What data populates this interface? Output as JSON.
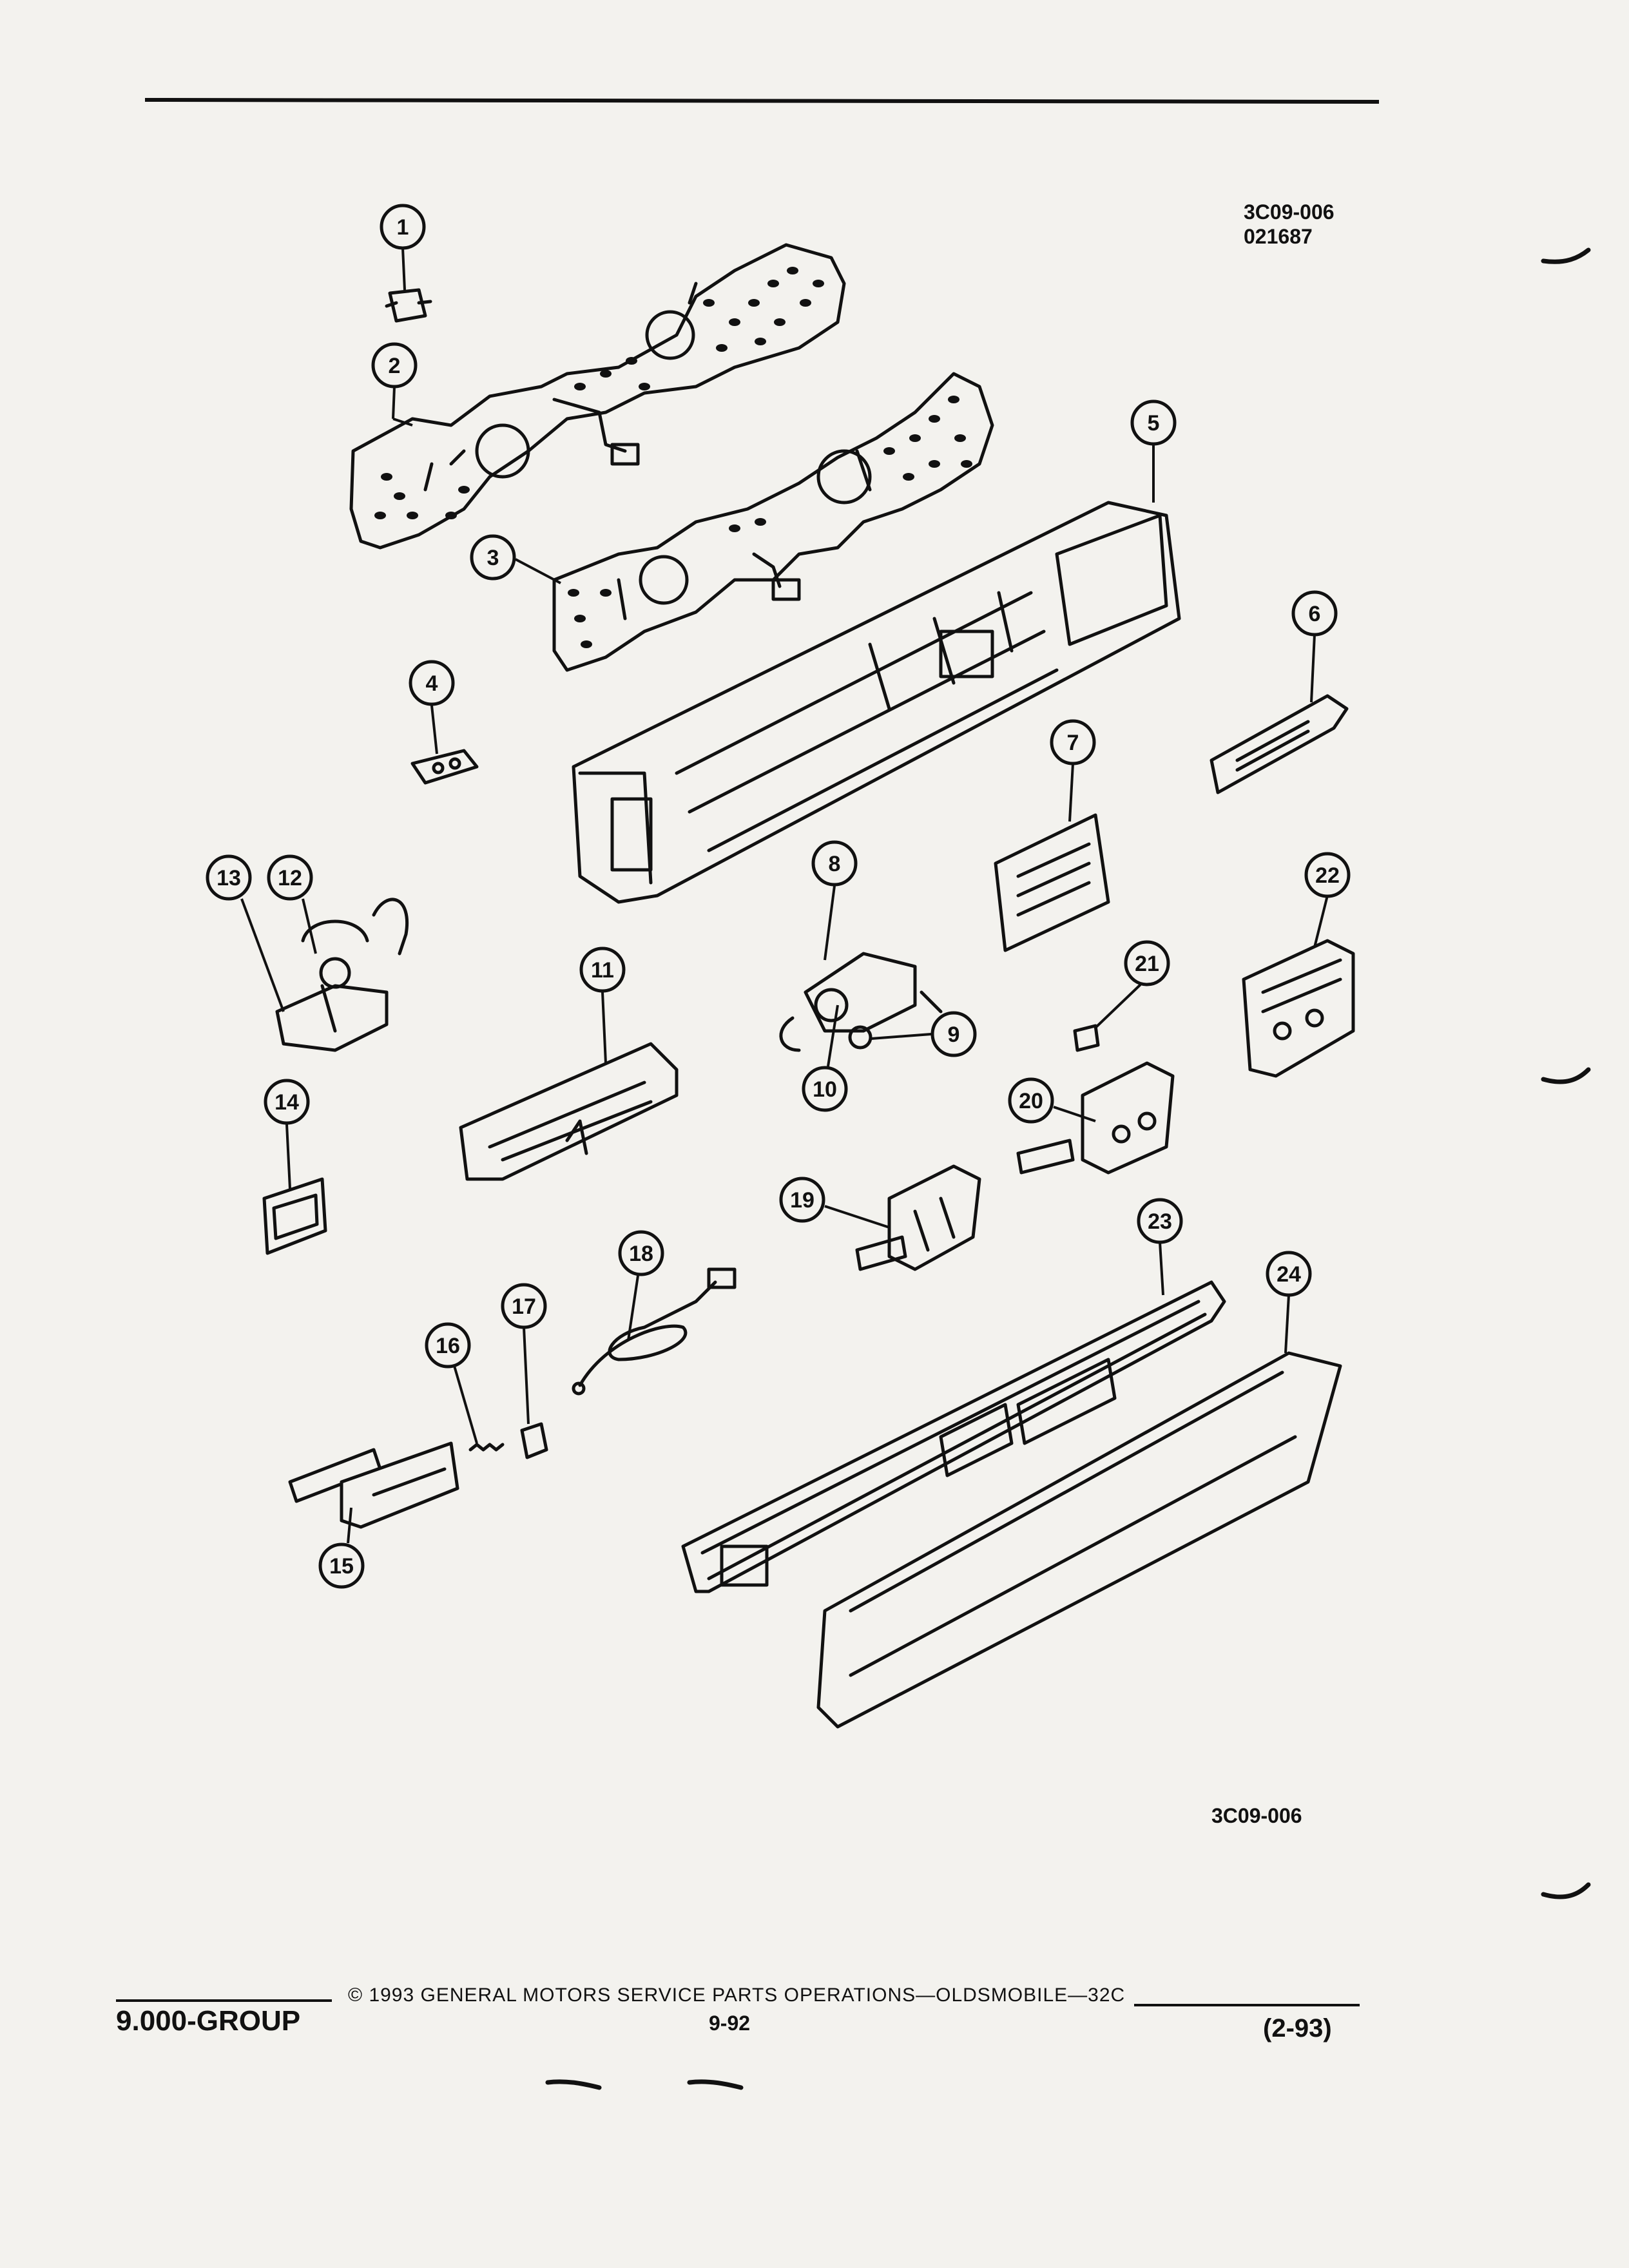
{
  "header": {
    "ref_code": "3C09-006",
    "ref_date": "021687"
  },
  "bottom_ref": "3C09-006",
  "footer": {
    "group": "9.000-GROUP",
    "copyright": "© 1993 GENERAL MOTORS SERVICE PARTS OPERATIONS—OLDSMOBILE—32C",
    "page": "9-92",
    "date": "(2-93)"
  },
  "callouts": [
    "1",
    "2",
    "3",
    "4",
    "5",
    "6",
    "7",
    "8",
    "9",
    "10",
    "11",
    "12",
    "13",
    "14",
    "15",
    "16",
    "17",
    "18",
    "19",
    "20",
    "21",
    "22",
    "23",
    "24"
  ]
}
